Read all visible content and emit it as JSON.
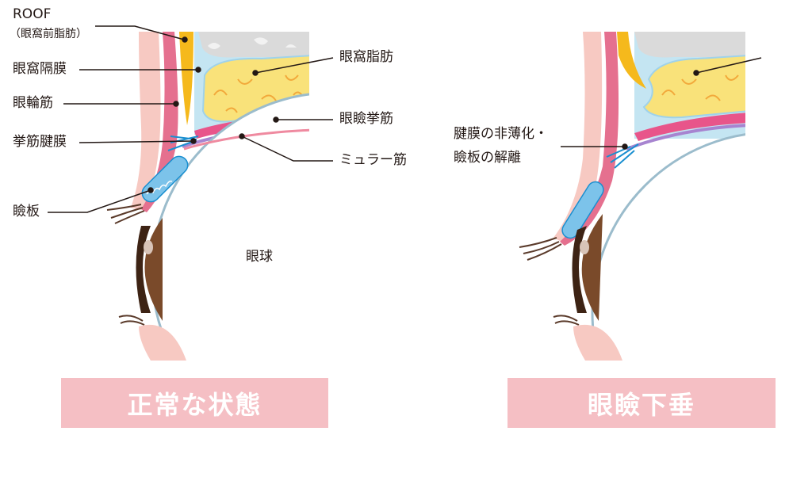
{
  "normal": {
    "labels": {
      "roof": "ROOF",
      "roof_sub": "（眼窩前脂肪）",
      "orbital_septum": "眼窩隔膜",
      "orbicularis": "眼輪筋",
      "aponeurosis": "挙筋腱膜",
      "tarsus": "瞼板",
      "orbital_fat": "眼窩脂肪",
      "levator": "眼瞼挙筋",
      "muller": "ミュラー筋",
      "eyeball": "眼球"
    },
    "caption": "正常な状態"
  },
  "ptosis": {
    "labels": {
      "line1": "腱膜の非薄化・",
      "line2": "瞼板の解離"
    },
    "caption": "眼瞼下垂"
  },
  "colors": {
    "skin": "#f7c9c2",
    "orbicularis": "#e5708f",
    "roof": "#f5b91c",
    "fat": "#f9e27a",
    "septum": "#c4e5f2",
    "levator": "#e8558a",
    "muller": "#a784d0",
    "tarsus": "#7cc3ea",
    "iris": "#7a4a2a",
    "banner": "#f5bfc4"
  }
}
